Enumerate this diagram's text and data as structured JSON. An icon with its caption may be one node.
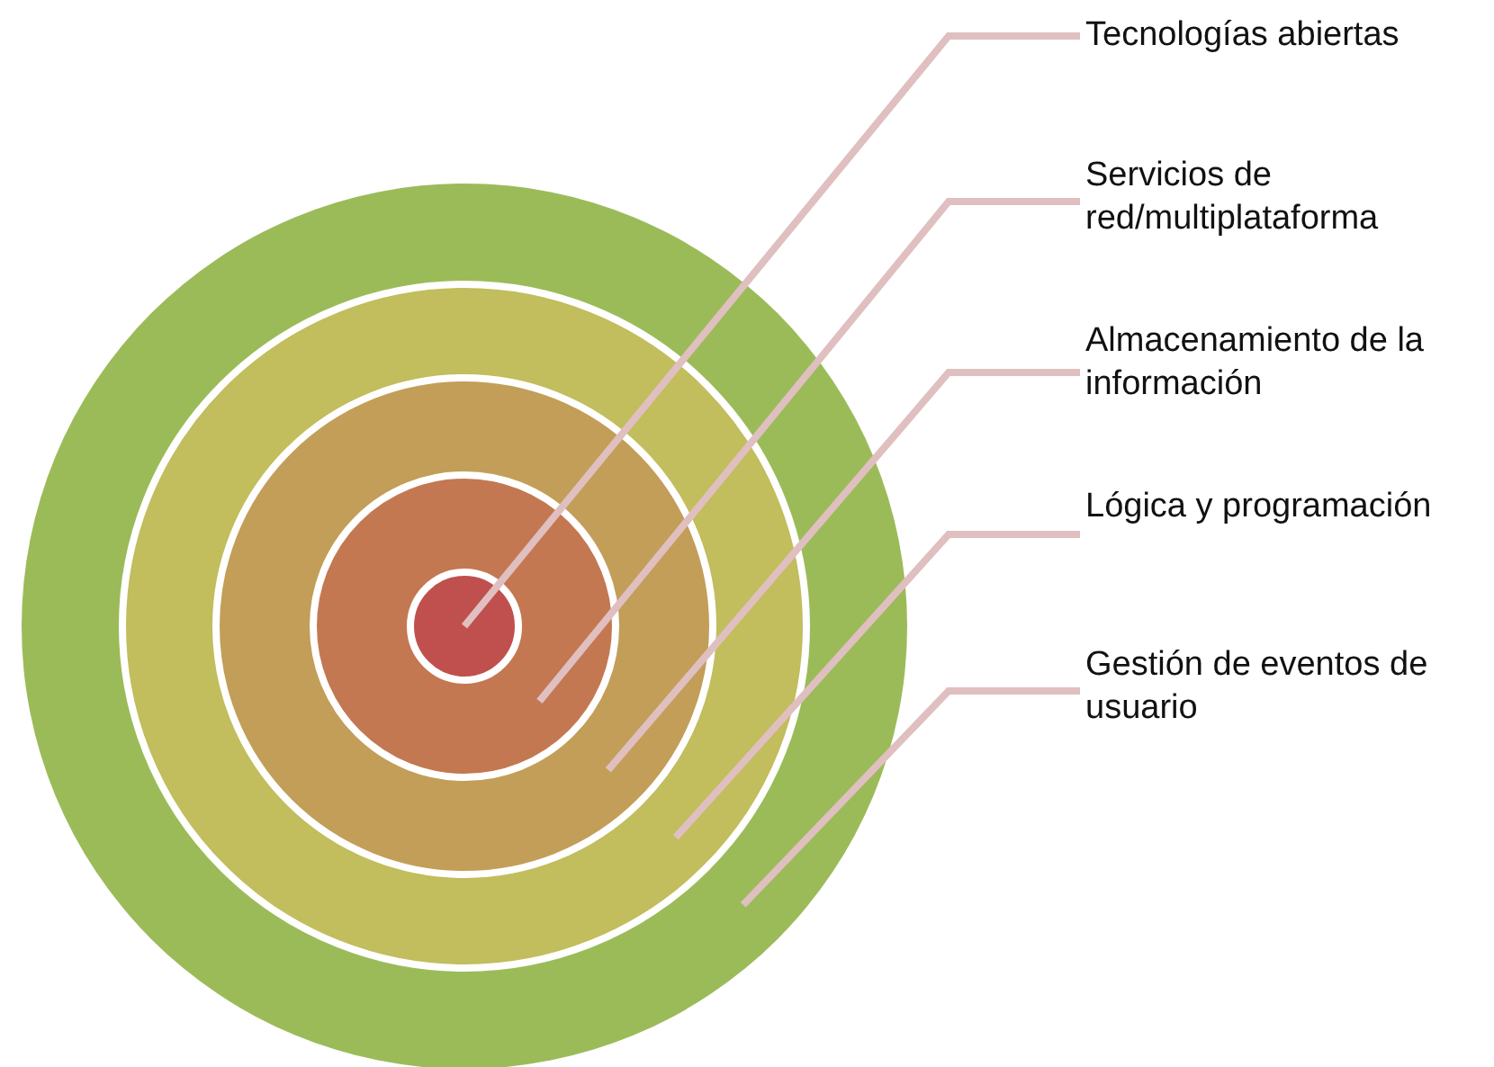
{
  "diagram": {
    "nodes": [
      {
        "text": [],
        "shape": "circle"
      },
      {
        "text": [],
        "shape": "circle",
        "in": 0
      },
      {
        "text": [],
        "shape": "circle",
        "in": 1
      },
      {
        "text": [],
        "shape": "circle",
        "in": 2
      },
      {
        "text": [],
        "shape": "circle",
        "in": 3
      },
      {
        "text": [
          "Tecnologías abiertas"
        ]
      },
      {
        "text": [
          "Servicios de red/multiplataforma"
        ]
      },
      {
        "text": [
          "Almacenamiento de la información"
        ]
      },
      {
        "text": [
          "Lógica y programación"
        ]
      },
      {
        "text": [
          "Gestión de eventos de usuario"
        ]
      }
    ],
    "edges": [
      {
        "from": 5,
        "to": 4,
        "arrow": "none"
      },
      {
        "from": 6,
        "to": 3,
        "arrow": "none"
      },
      {
        "from": 7,
        "to": 2,
        "arrow": "none"
      },
      {
        "from": 8,
        "to": 1,
        "arrow": "none"
      },
      {
        "from": 9,
        "to": 0,
        "arrow": "none"
      }
    ]
  }
}
